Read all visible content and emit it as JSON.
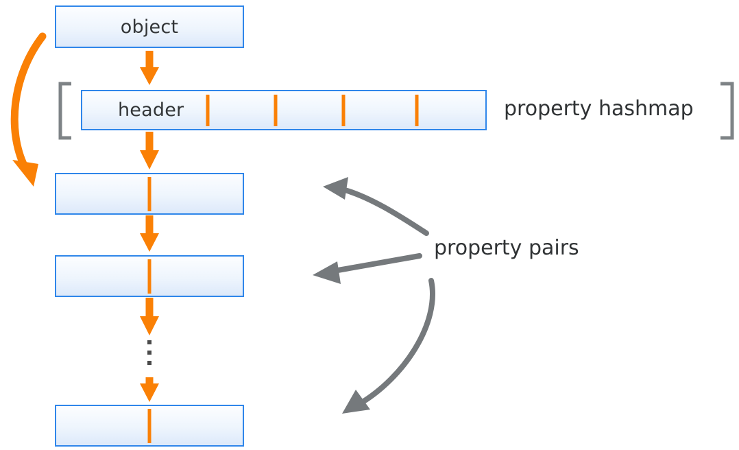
{
  "diagram": {
    "title_text": "object",
    "palette": {
      "orange": "#FA8005",
      "blue_border": "#2F86EA",
      "box_fill_top": "#FCFDFF",
      "box_fill_bottom": "#DDE9FA",
      "gray_arrow": "#75797C",
      "gray_bracket": "#7E8386",
      "text": "#303335",
      "background": "#FFFFFF"
    },
    "boxes": [
      {
        "id": "object",
        "label": "object"
      },
      {
        "id": "header",
        "label": "header"
      },
      {
        "id": "pair-1",
        "label": ""
      },
      {
        "id": "pair-2",
        "label": ""
      },
      {
        "id": "pair-3",
        "label": ""
      }
    ],
    "labels": {
      "property_hashmap": "property hashmap",
      "property_pairs": "property pairs"
    },
    "hashmap_slots": {
      "count": 4,
      "tick_color": "#FA8005"
    },
    "ellipsis": {
      "dots": 3,
      "color": "#4A4A4A"
    },
    "arrows": {
      "orange_down_count": 4,
      "orange_curved_count": 1,
      "gray_pointer_count": 3
    },
    "brackets": {
      "left": "[",
      "right": "]"
    }
  }
}
